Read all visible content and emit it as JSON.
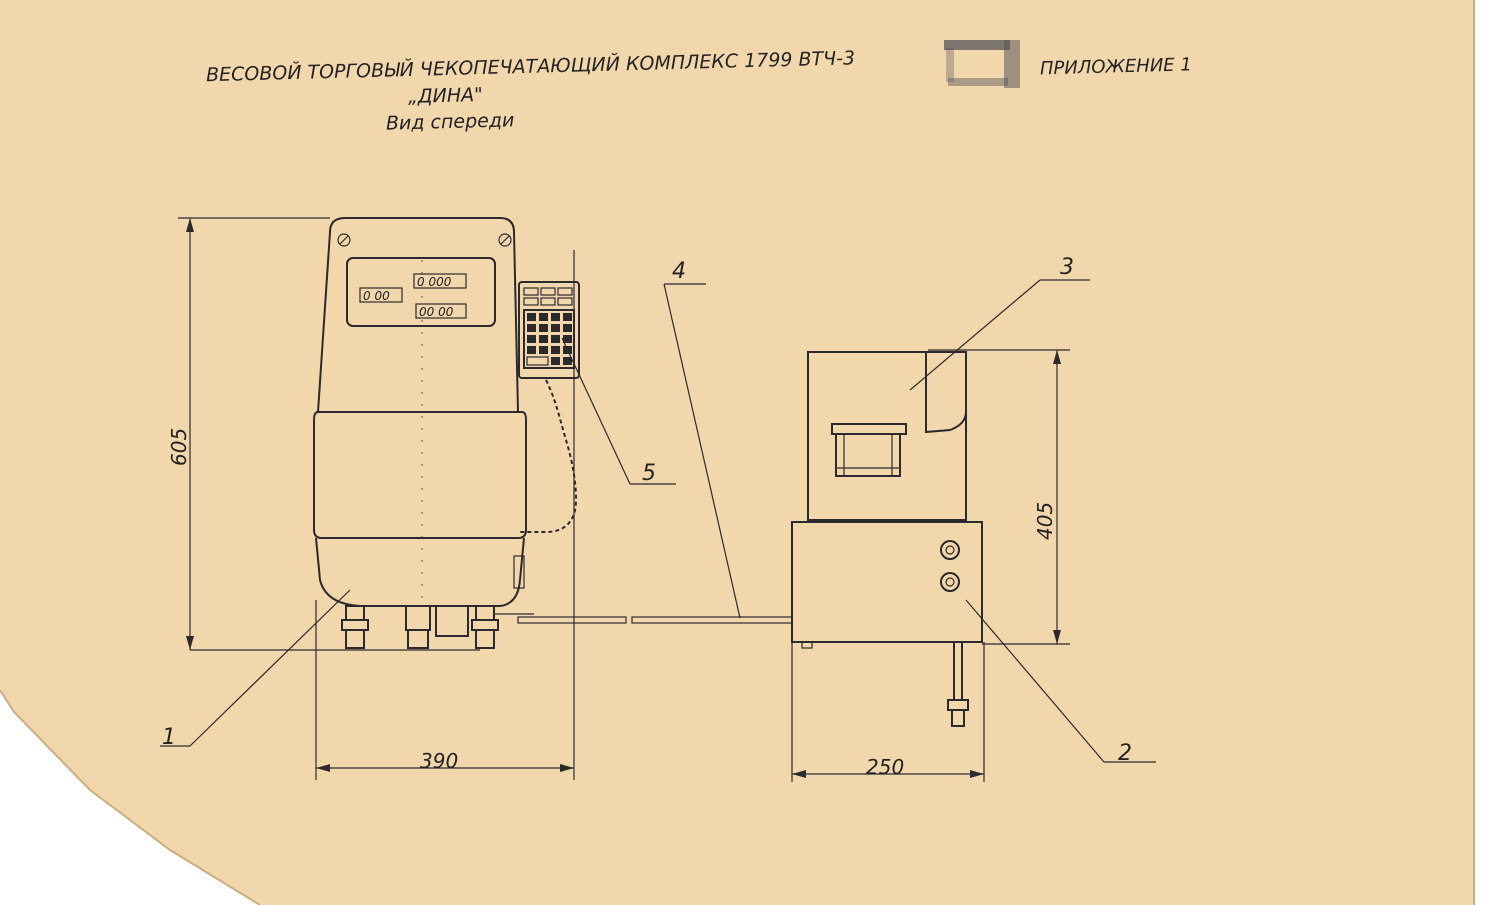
{
  "header": {
    "title_line1": "ВЕСОВОЙ ТОРГОВЫЙ ЧЕКОПЕЧАТАЮЩИЙ КОМПЛЕКС 1799 ВТЧ-3",
    "title_line2": "„ДИНА\"",
    "title_line3": "Вид спереди",
    "appendix": "ПРИЛОЖЕНИЕ 1"
  },
  "display": {
    "left_readout": "0 00",
    "top_readout": "0 000",
    "bottom_readout": "00 00"
  },
  "dimensions": {
    "height_scale": "605",
    "width_scale": "390",
    "height_printer": "405",
    "width_printer": "250"
  },
  "callouts": {
    "c1": "1",
    "c2": "2",
    "c3": "3",
    "c4": "4",
    "c5": "5"
  },
  "colors": {
    "paper": "#f3d7ac",
    "ink": "#2a2a2e"
  }
}
